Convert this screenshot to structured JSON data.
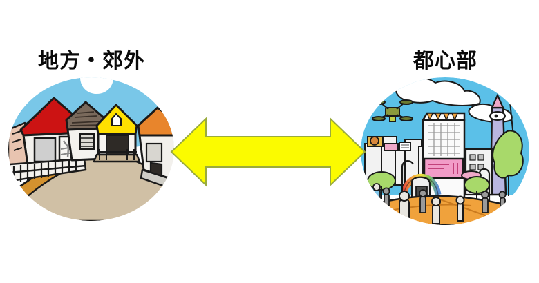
{
  "diagram": {
    "title_left": "地方・郊外",
    "title_right": "都心部",
    "connector": {
      "kind": "double-headed-arrow",
      "direction": "bidirectional",
      "fill_color": "#FBFB00",
      "stroke_color": "#9AAB3C"
    },
    "left_scene": {
      "name": "rural-suburban-street-illustration",
      "description": "地方・郊外の住宅街の道路イラスト",
      "sky_color": "#79C7E8",
      "road_color": "#D0C0A5",
      "sidewalk_color": "#D4922F",
      "elements": [
        "赤い屋根の家",
        "茶色い瓦屋根の家",
        "黄色い屋根の建物",
        "オレンジ色の屋根の家",
        "白い柵",
        "未舗装の道"
      ]
    },
    "right_scene": {
      "name": "urban-city-center-illustration",
      "description": "都心部の繁華街イラスト",
      "sky_color": "#5BC0E8",
      "plaza_color": "#F0A23C",
      "elements": [
        "高層ビル",
        "ドローン",
        "雲",
        "街路樹",
        "ピンクの看板",
        "虹色のアーチ",
        "歩行者"
      ]
    }
  }
}
